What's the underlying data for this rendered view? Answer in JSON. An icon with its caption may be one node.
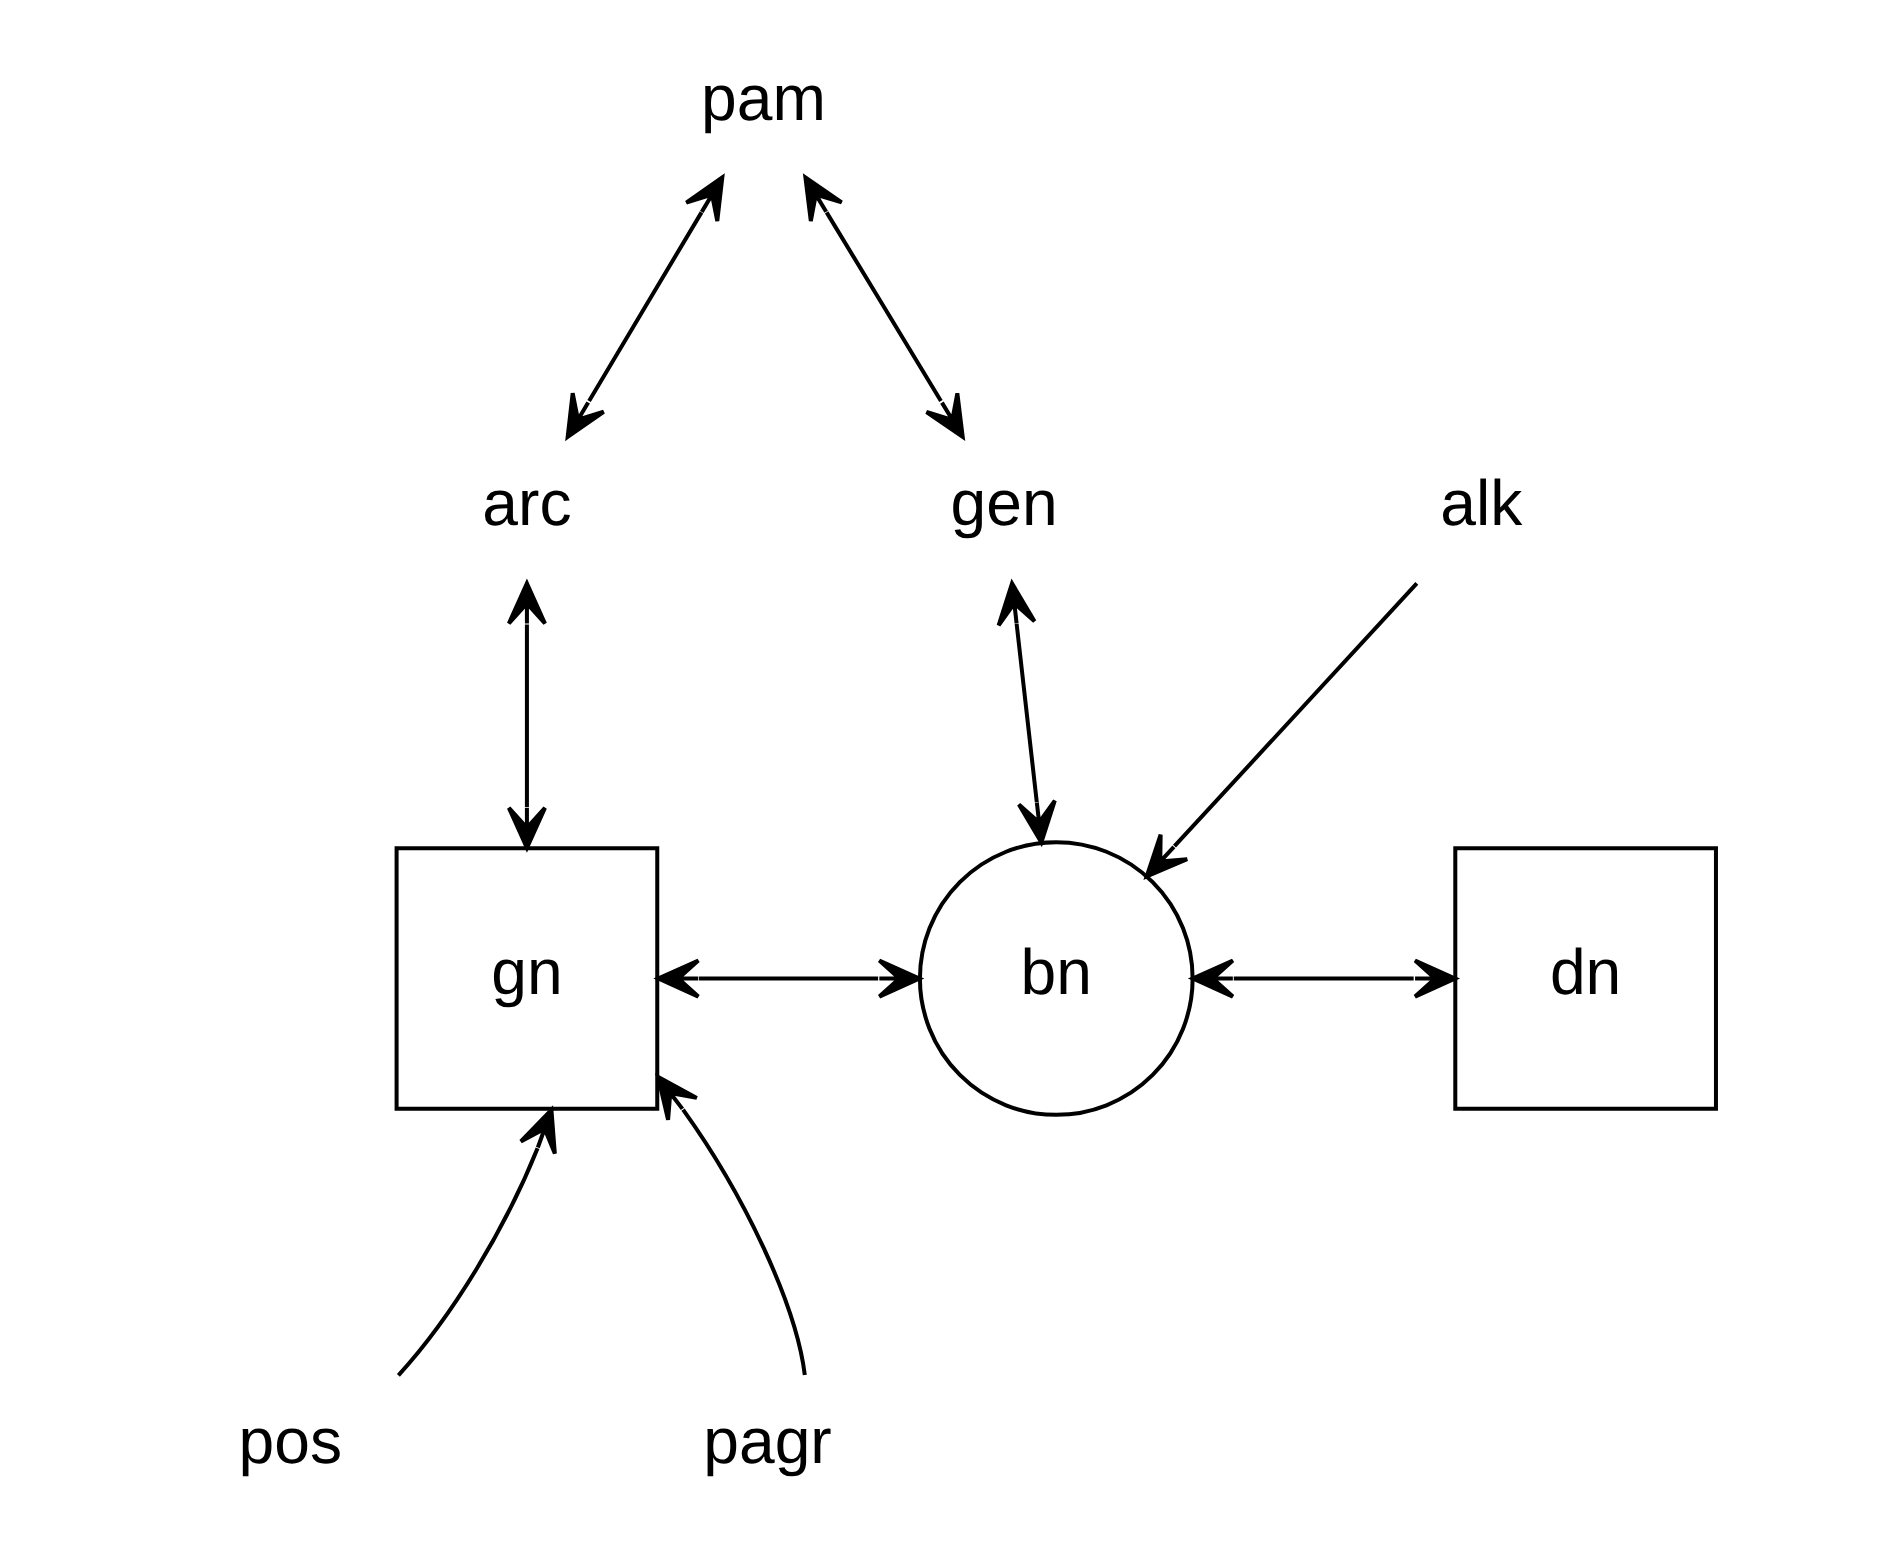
{
  "diagram": {
    "nodes": [
      {
        "text": [
          "pam"
        ]
      },
      {
        "text": [
          "arc"
        ]
      },
      {
        "text": [
          "gen"
        ]
      },
      {
        "text": [
          "alk"
        ]
      },
      {
        "text": [
          "gn"
        ]
      },
      {
        "text": [
          "bn"
        ]
      },
      {
        "text": [
          "dn"
        ]
      },
      {
        "text": [
          "pos"
        ]
      },
      {
        "text": [
          "pagr"
        ]
      }
    ],
    "edges": [
      {
        "from": 0,
        "to": 1,
        "arrow": "both"
      },
      {
        "from": 0,
        "to": 2,
        "arrow": "both"
      },
      {
        "from": 1,
        "to": 4,
        "arrow": "both"
      },
      {
        "from": 2,
        "to": 5,
        "arrow": "both"
      },
      {
        "from": 3,
        "to": 5,
        "arrow": "to"
      },
      {
        "from": 4,
        "to": 5,
        "arrow": "both"
      },
      {
        "from": 5,
        "to": 6,
        "arrow": "both"
      },
      {
        "from": 7,
        "to": 4,
        "arrow": "to"
      },
      {
        "from": 8,
        "to": 4,
        "arrow": "to"
      }
    ]
  }
}
